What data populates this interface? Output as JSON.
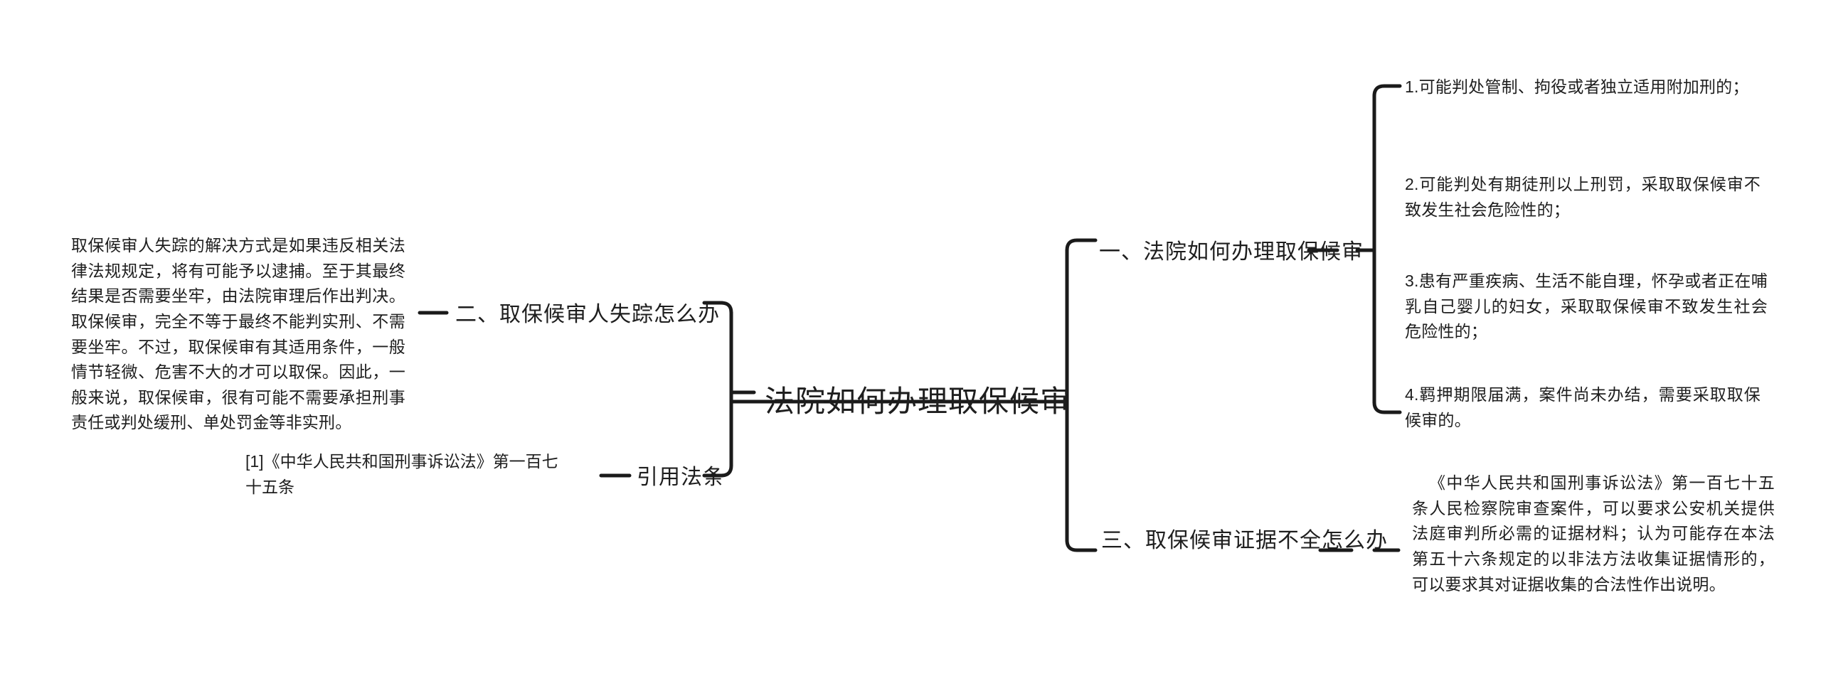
{
  "diagram": {
    "type": "mind-map",
    "center": {
      "label": "法院如何办理取保候审"
    },
    "branches": [
      {
        "id": "branch-1",
        "label": "一、法院如何办理取保候审",
        "side": "right",
        "children": [
          {
            "id": "item-1",
            "text": "1.可能判处管制、拘役或者独立适用附加刑的；"
          },
          {
            "id": "item-2",
            "text": "2.可能判处有期徒刑以上刑罚，采取取保候审不致发生社会危险性的；"
          },
          {
            "id": "item-3",
            "text": "3.患有严重疾病、生活不能自理，怀孕或者正在哺乳自己婴儿的妇女，采取取保候审不致发生社会危险性的；"
          },
          {
            "id": "item-4",
            "text": "4.羁押期限届满，案件尚未办结，需要采取取保候审的。"
          }
        ]
      },
      {
        "id": "branch-3",
        "label": "三、取保候审证据不全怎么办",
        "side": "right",
        "children": [
          {
            "id": "item-5",
            "text": "《中华人民共和国刑事诉讼法》第一百七十五条人民检察院审查案件，可以要求公安机关提供法庭审判所必需的证据材料；认为可能存在本法第五十六条规定的以非法方法收集证据情形的，可以要求其对证据收集的合法性作出说明。"
          }
        ]
      },
      {
        "id": "branch-2",
        "label": "二、取保候审人失踪怎么办",
        "side": "left",
        "children": [
          {
            "id": "item-6",
            "text": "取保候审人失踪的解决方式是如果违反相关法律法规规定，将有可能予以逮捕。至于其最终结果是否需要坐牢，由法院审理后作出判决。取保候审，完全不等于最终不能判实刑、不需要坐牢。不过，取保候审有其适用条件，一般情节轻微、危害不大的才可以取保。因此，一般来说，取保候审，很有可能不需要承担刑事责任或判处缓刑、单处罚金等非实刑。"
          }
        ]
      },
      {
        "id": "branch-cite",
        "label": "引用法条",
        "side": "left",
        "children": [
          {
            "id": "item-7",
            "text": "[1]《中华人民共和国刑事诉讼法》第一百七十五条"
          }
        ]
      }
    ],
    "colors": {
      "line": "#1a1a1a",
      "text": "#1e1e1e",
      "background": "#ffffff"
    }
  }
}
